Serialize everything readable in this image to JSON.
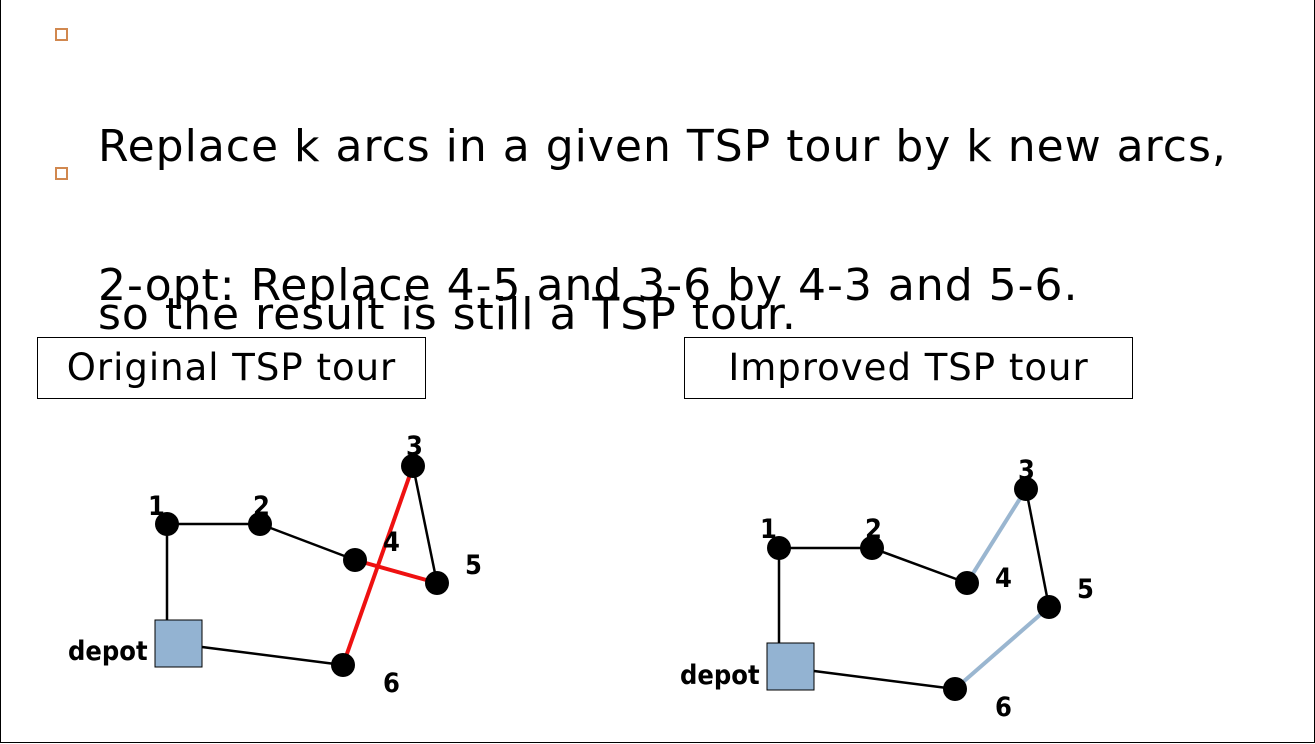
{
  "bullets": [
    {
      "lines": [
        "Replace k arcs in a given TSP tour by k new arcs,",
        "so the result is still a TSP tour."
      ]
    },
    {
      "lines": [
        "2-opt: Replace 4-5 and 3-6 by 4-3 and 5-6."
      ]
    }
  ],
  "diagrams": {
    "original": {
      "title": "Original TSP tour",
      "labels": {
        "depot": "depot",
        "n1": "1",
        "n2": "2",
        "n3": "3",
        "n4": "4",
        "n5": "5",
        "n6": "6"
      }
    },
    "improved": {
      "title": "Improved TSP tour",
      "labels": {
        "depot": "depot",
        "n1": "1",
        "n2": "2",
        "n3": "3",
        "n4": "4",
        "n5": "5",
        "n6": "6"
      }
    }
  },
  "colors": {
    "removed_arc": "#ee1111",
    "new_arc": "#9ab6d0",
    "depot_fill": "#93b3d2",
    "bullet": "#d1884f"
  }
}
